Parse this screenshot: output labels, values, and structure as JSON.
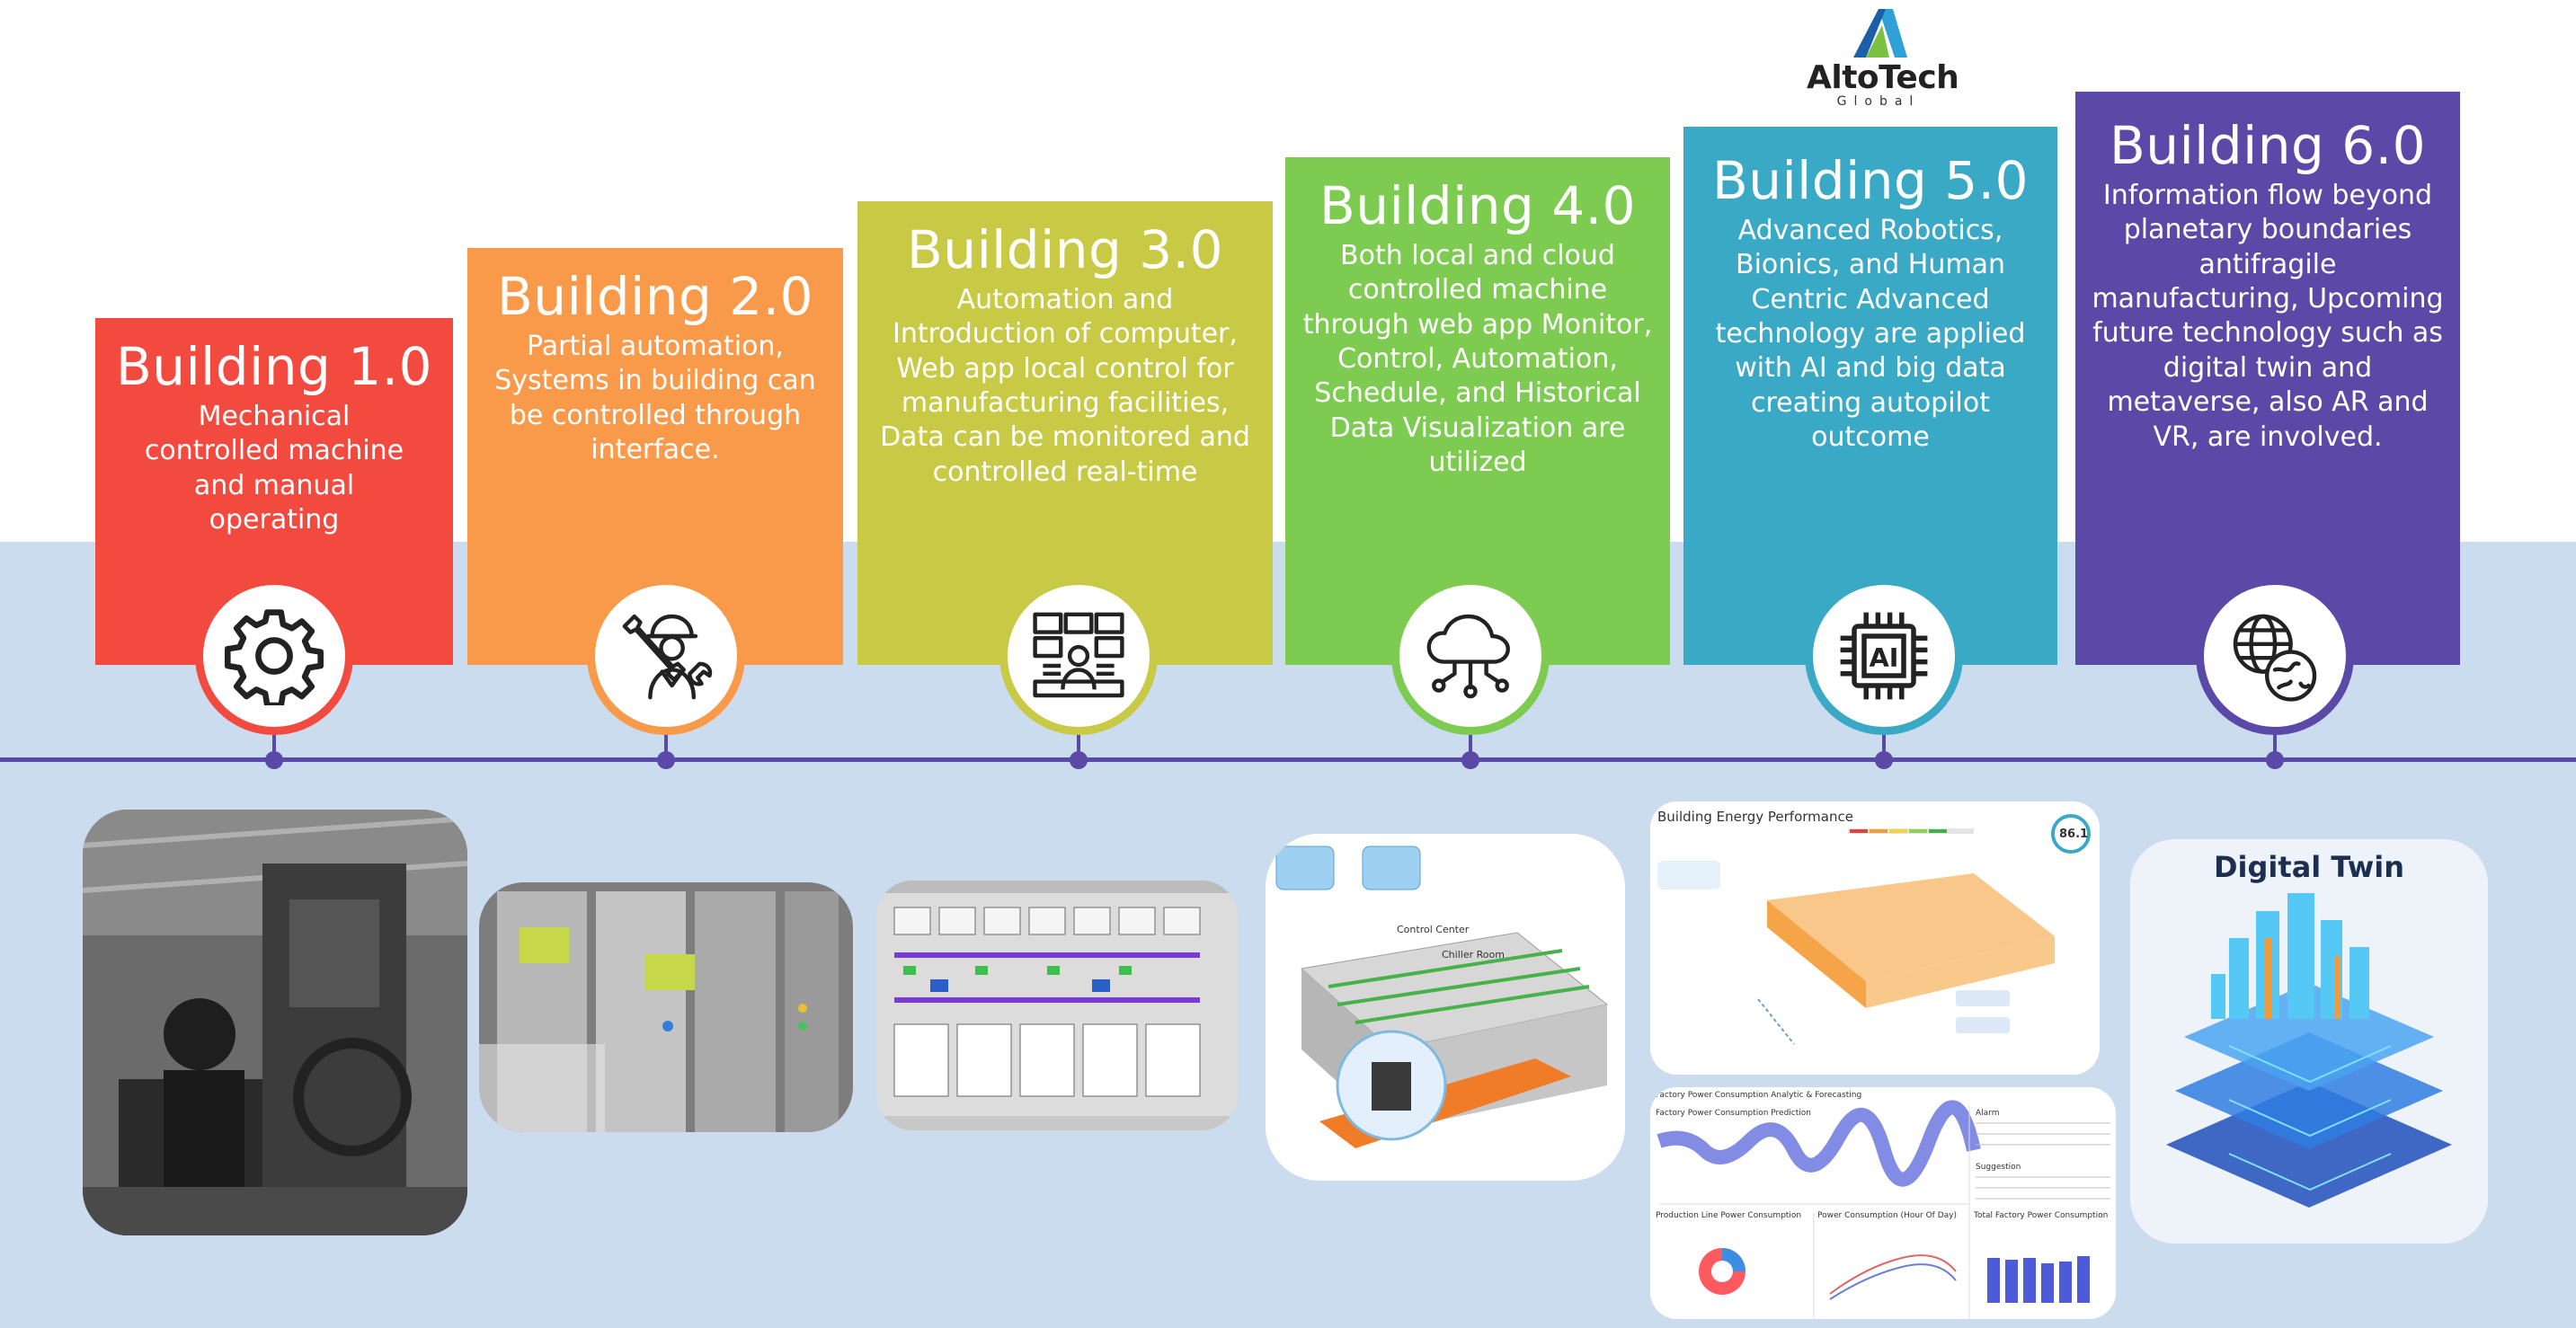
{
  "brand": {
    "name": "AltoTech",
    "sub": "Global"
  },
  "stages": [
    {
      "title": "Building 1.0",
      "desc": "Mechanical controlled machine and manual operating",
      "color": "#f24a3e",
      "icon": "gear-icon"
    },
    {
      "title": "Building 2.0",
      "desc": "Partial automation, Systems in building can be controlled through interface.",
      "color": "#f9994a",
      "icon": "technician-icon"
    },
    {
      "title": "Building 3.0",
      "desc": "Automation and Introduction of computer, Web app local control for manufacturing facilities, Data can be monitored and controlled real-time",
      "color": "#c8ca46",
      "icon": "control-room-icon"
    },
    {
      "title": "Building 4.0",
      "desc": "Both local and cloud controlled machine through web app Monitor, Control, Automation, Schedule, and Historical Data Visualization are utilized",
      "color": "#7dcc51",
      "icon": "cloud-network-icon"
    },
    {
      "title": "Building 5.0",
      "desc": "Advanced Robotics, Bionics, and Human Centric Advanced technology are applied with AI and big data creating autopilot outcome",
      "color": "#3aa9c6",
      "icon": "ai-chip-icon"
    },
    {
      "title": "Building 6.0",
      "desc": "Information flow beyond planetary boundaries antifragile manufacturing, Upcoming future technology such as digital twin and metaverse, also AR and VR, are involved.",
      "color": "#5a49a6",
      "icon": "globe-icon"
    }
  ],
  "images": {
    "stage4": {
      "control_center": "Control Center",
      "chiller_room": "Chiller Room"
    },
    "stage5_top": {
      "title": "Building Energy Performance",
      "score": "86.1"
    },
    "stage5_bottom": {
      "title": "Factory Power Consumption Analytic & Forecasting",
      "panel1": "Factory Power Consumption Prediction",
      "panel2": "Alarm",
      "panel3": "Suggestion",
      "panel4": "Production Line Power Consumption",
      "panel5": "Power Consumption (Hour Of Day)",
      "panel6": "Total Factory Power Consumption"
    },
    "stage6": {
      "title": "Digital Twin"
    }
  }
}
